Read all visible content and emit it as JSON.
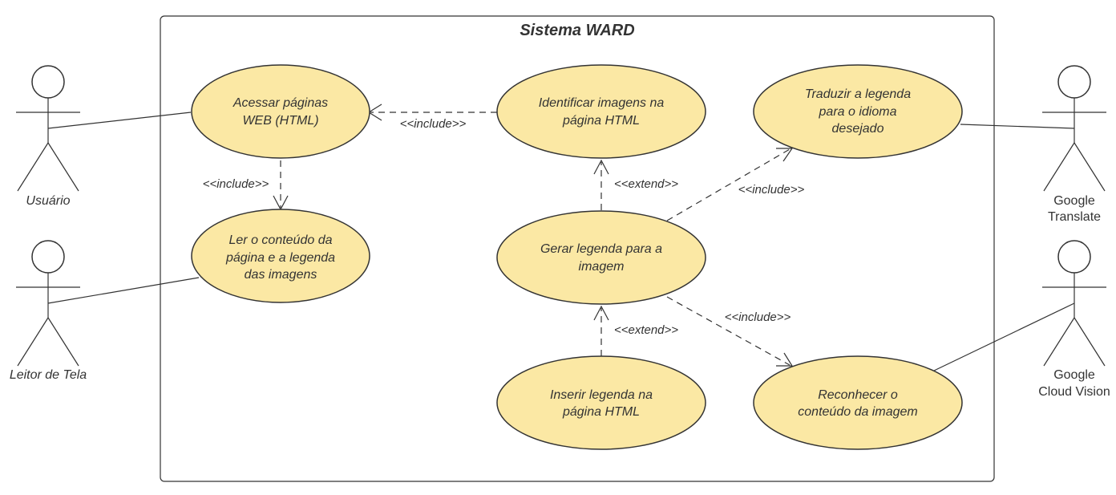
{
  "system": {
    "title": "Sistema WARD"
  },
  "actors": {
    "usuario": {
      "label": "Usuário"
    },
    "leitor": {
      "label": "Leitor de Tela"
    },
    "translate": {
      "line1": "Google",
      "line2": "Translate"
    },
    "vision": {
      "line1": "Google",
      "line2": "Cloud Vision"
    }
  },
  "use_cases": {
    "acessar": {
      "line1": "Acessar páginas",
      "line2": "WEB (HTML)"
    },
    "ler": {
      "line1": "Ler o conteúdo da",
      "line2": "página e a legenda",
      "line3": "das imagens"
    },
    "identificar": {
      "line1": "Identificar imagens na",
      "line2": "página HTML"
    },
    "traduzir": {
      "line1": "Traduzir a legenda",
      "line2": "para o idioma",
      "line3": "desejado"
    },
    "gerar": {
      "line1": "Gerar legenda para a",
      "line2": "imagem"
    },
    "inserir": {
      "line1": "Inserir legenda na",
      "line2": "página HTML"
    },
    "reconhecer": {
      "line1": "Reconhecer o",
      "line2": "conteúdo da imagem"
    }
  },
  "relations": {
    "identificar_acessar": "<<include>>",
    "acessar_ler": "<<include>>",
    "gerar_identificar": "<<extend>>",
    "gerar_traduzir": "<<include>>",
    "inserir_gerar": "<<extend>>",
    "gerar_reconhecer": "<<include>>"
  }
}
